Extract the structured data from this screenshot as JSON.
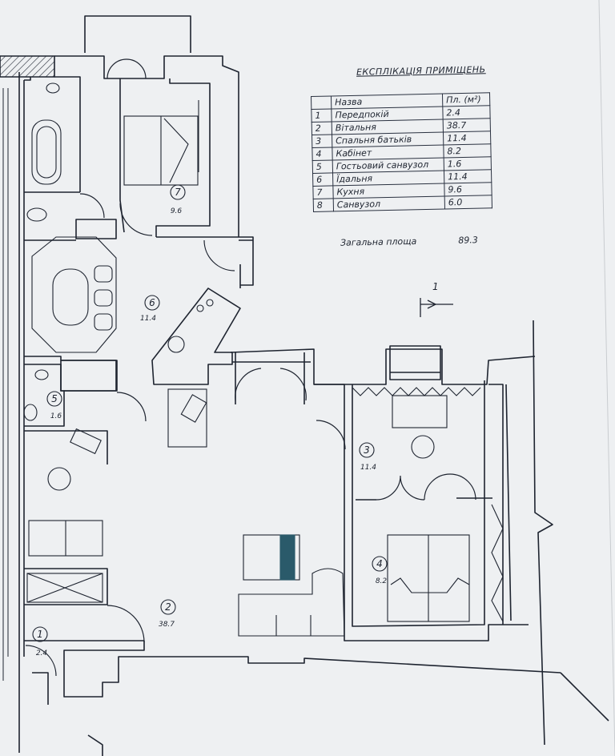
{
  "explication": {
    "title": "ЕКСПЛІКАЦІЯ ПРИМІЩЕНЬ",
    "headers": [
      "",
      "Назва",
      "Пл. (м²)"
    ],
    "rows": [
      {
        "no": "1",
        "name": "Передпокій",
        "area": "2.4"
      },
      {
        "no": "2",
        "name": "Вітальня",
        "area": "38.7"
      },
      {
        "no": "3",
        "name": "Спальня батьків",
        "area": "11.4"
      },
      {
        "no": "4",
        "name": "Кабінет",
        "area": "8.2"
      },
      {
        "no": "5",
        "name": "Гостьовий санвузол",
        "area": "1.6"
      },
      {
        "no": "6",
        "name": "Їдальня",
        "area": "11.4"
      },
      {
        "no": "7",
        "name": "Кухня",
        "area": "9.6"
      },
      {
        "no": "8",
        "name": "Санвузол",
        "area": "6.0"
      }
    ],
    "total_label": "Загальна площа",
    "total_value": "89.3"
  },
  "rooms": [
    {
      "no": "1",
      "area": "2.4"
    },
    {
      "no": "2",
      "area": "38.7"
    },
    {
      "no": "3",
      "area": "11.4"
    },
    {
      "no": "4",
      "area": "8.2"
    },
    {
      "no": "5",
      "area": "1.6"
    },
    {
      "no": "6",
      "area": "11.4"
    },
    {
      "no": "7",
      "area": "9.6"
    }
  ],
  "section_mark": "1",
  "colors": {
    "paper": "#eef0f2",
    "ink": "#1e2430",
    "accent": "#2a5a6a"
  }
}
